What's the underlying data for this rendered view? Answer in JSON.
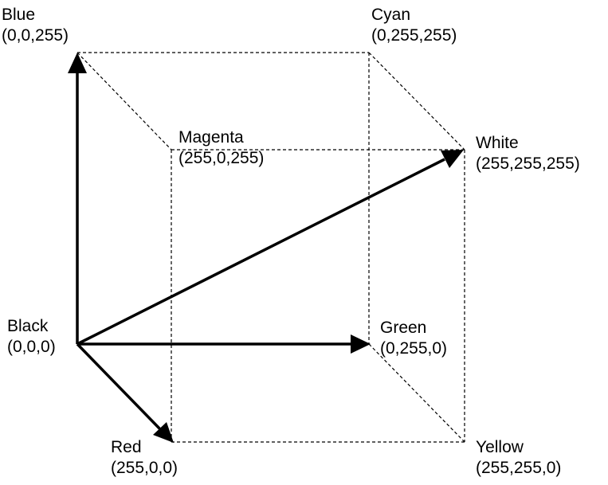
{
  "vertices": {
    "blue": {
      "name": "Blue",
      "rgb": "(0,0,255)"
    },
    "cyan": {
      "name": "Cyan",
      "rgb": "(0,255,255)"
    },
    "magenta": {
      "name": "Magenta",
      "rgb": "(255,0,255)"
    },
    "white": {
      "name": "White",
      "rgb": "(255,255,255)"
    },
    "black": {
      "name": "Black",
      "rgb": "(0,0,0)"
    },
    "green": {
      "name": "Green",
      "rgb": "(0,255,0)"
    },
    "red": {
      "name": "Red",
      "rgb": "(255,0,0)"
    },
    "yellow": {
      "name": "Yellow",
      "rgb": "(255,255,0)"
    }
  }
}
